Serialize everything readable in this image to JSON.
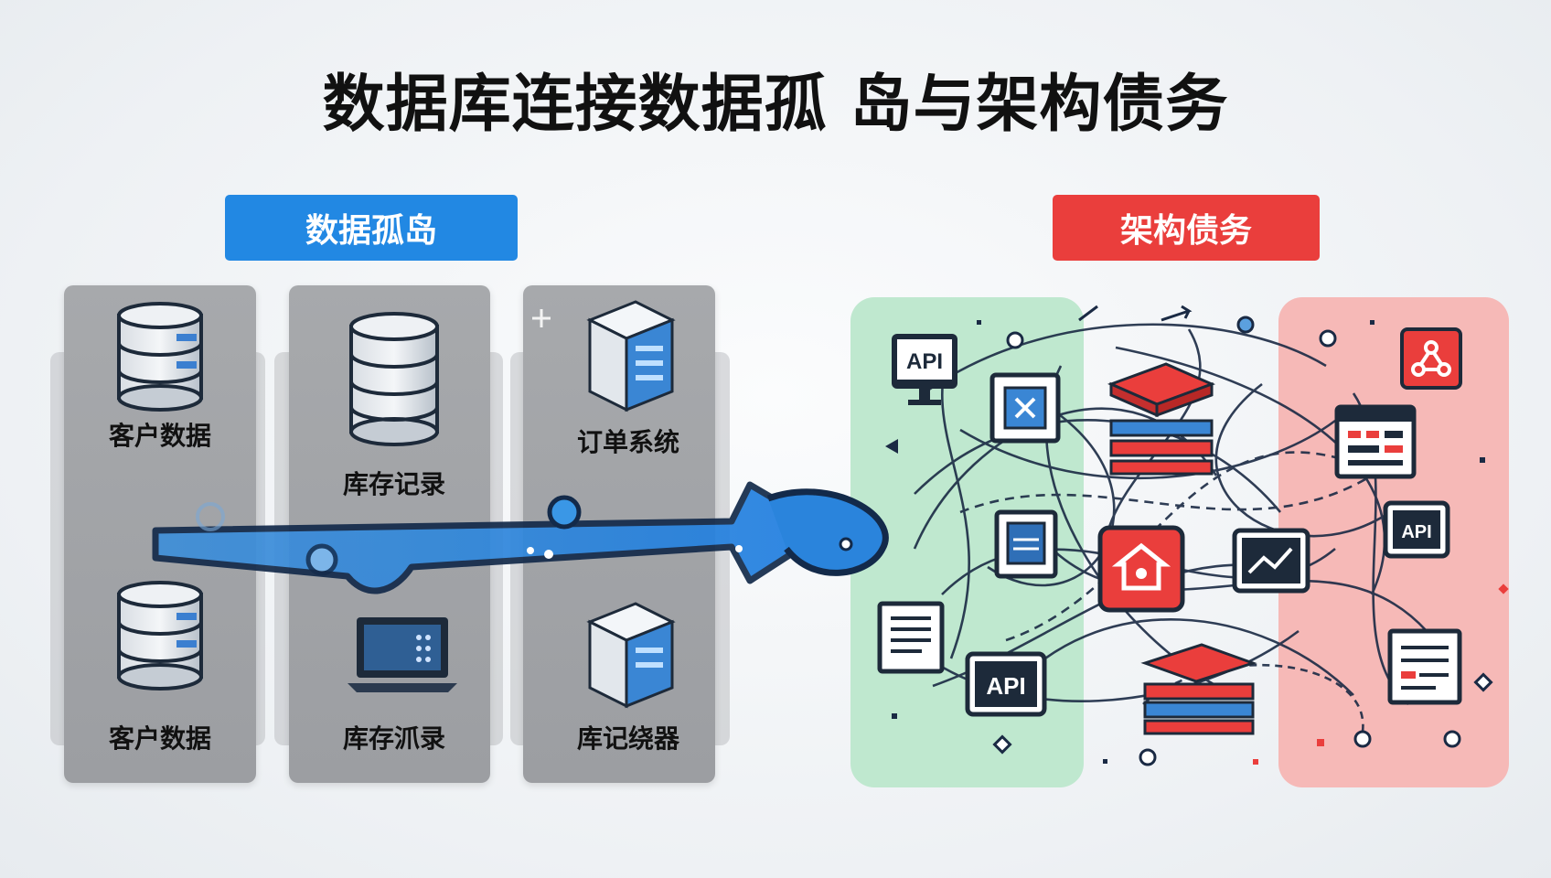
{
  "title": "数据库连接数据孤 岛与架构债务",
  "left_section": {
    "label": "数据孤岛",
    "databases": [
      {
        "label": "客户数据",
        "icon": "database-icon"
      },
      {
        "label": "库存记录",
        "icon": "database-icon"
      },
      {
        "label": "订单系统",
        "icon": "server-icon"
      },
      {
        "label": "客户数据",
        "icon": "database-icon"
      },
      {
        "label": "库存沠录",
        "icon": "laptop-icon"
      },
      {
        "label": "库记绕器",
        "icon": "server-icon"
      }
    ]
  },
  "right_section": {
    "label": "架构债务",
    "api_labels": [
      "API",
      "API",
      "API"
    ]
  },
  "colors": {
    "blue": "#2288e3",
    "red": "#ea3e3c",
    "green_panel": "#bfe8cf",
    "red_panel": "#f6b9b7",
    "navy": "#1a2a44"
  }
}
